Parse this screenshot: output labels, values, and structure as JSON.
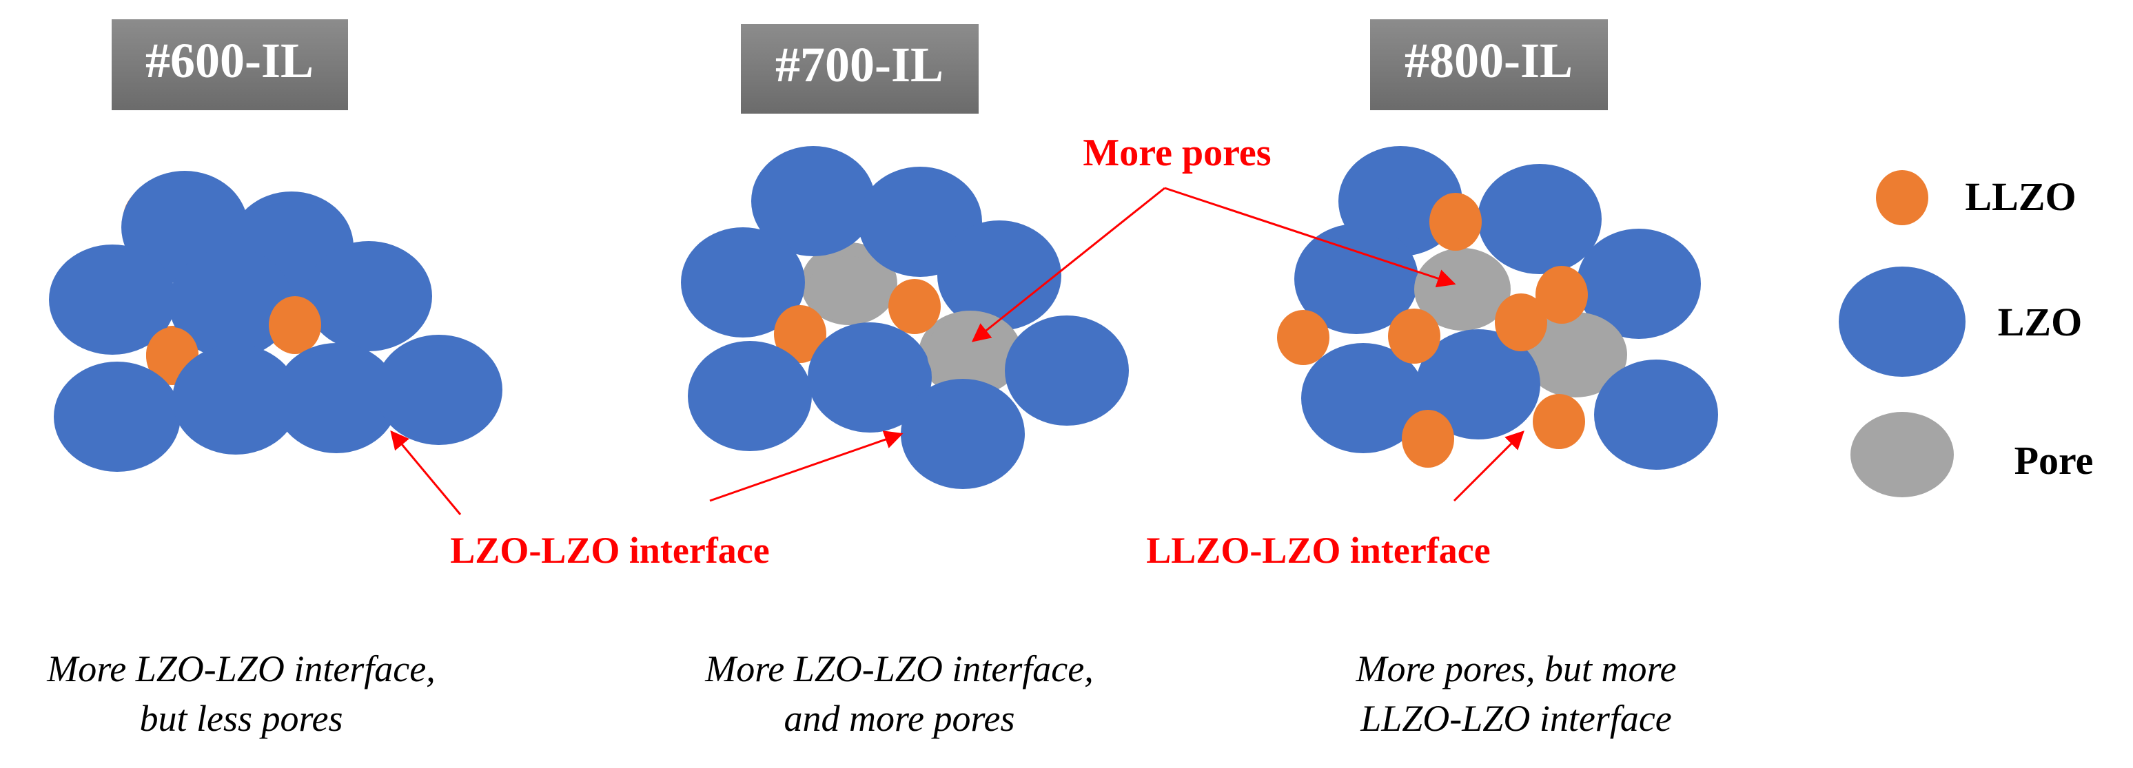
{
  "panels": [
    {
      "id": "600",
      "label": "#600-IL",
      "caption": [
        "More LZO-LZO interface,",
        "but less pores"
      ]
    },
    {
      "id": "700",
      "label": "#700-IL",
      "caption": [
        "More LZO-LZO interface,",
        "and more pores"
      ]
    },
    {
      "id": "800",
      "label": "#800-IL",
      "caption": [
        "More pores, but more",
        "LLZO-LZO interface"
      ]
    }
  ],
  "annotations": {
    "more_pores": "More pores",
    "lzo_lzo_interface": "LZO-LZO interface",
    "llzo_lzo_interface": "LLZO-LZO interface"
  },
  "legend": [
    {
      "key": "llzo",
      "label": "LLZO",
      "color": "#ed7d31"
    },
    {
      "key": "lzo",
      "label": "LZO",
      "color": "#4472c4"
    },
    {
      "key": "pore",
      "label": "Pore",
      "color": "#a5a5a5"
    }
  ],
  "colors": {
    "label_box": "#7a7a7a",
    "label_text": "#ffffff",
    "annotation": "#ff0000",
    "caption_text": "#000000"
  }
}
